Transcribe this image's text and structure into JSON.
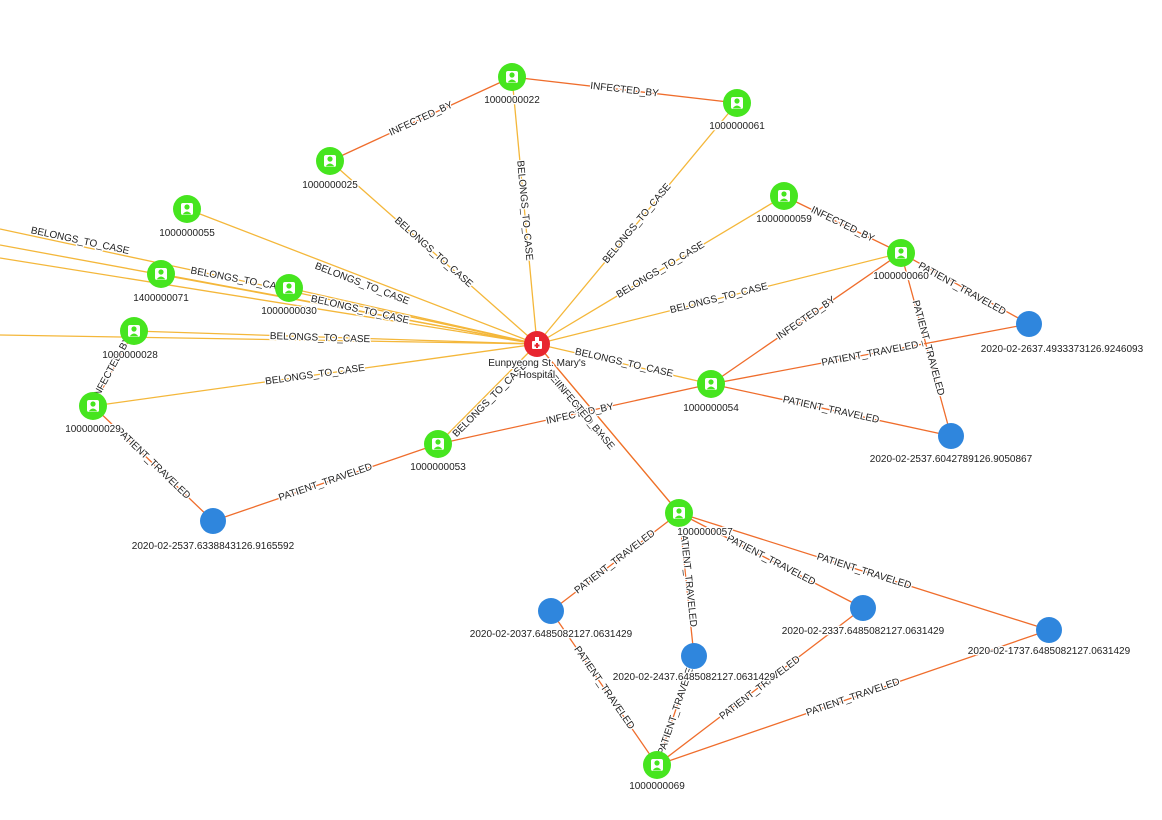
{
  "colors": {
    "patient": "#46e51f",
    "case": "#e8262f",
    "place": "#2f86dd",
    "edge_belongs": "#f4b73a",
    "edge_infected": "#ef6d2c",
    "edge_traveled": "#ef6d2c"
  },
  "graph": {
    "nodes": [
      {
        "id": "p22",
        "type": "patient",
        "label": "1000000022",
        "icon": "person-icon"
      },
      {
        "id": "p61",
        "type": "patient",
        "label": "1000000061",
        "icon": "person-icon"
      },
      {
        "id": "p25",
        "type": "patient",
        "label": "1000000025",
        "icon": "person-icon"
      },
      {
        "id": "p55",
        "type": "patient",
        "label": "1000000055",
        "icon": "person-icon"
      },
      {
        "id": "p71",
        "type": "patient",
        "label": "1400000071",
        "icon": "person-icon"
      },
      {
        "id": "p30",
        "type": "patient",
        "label": "1000000030",
        "icon": "person-icon"
      },
      {
        "id": "p28",
        "type": "patient",
        "label": "1000000028",
        "icon": "person-icon"
      },
      {
        "id": "p29",
        "type": "patient",
        "label": "1000000029",
        "icon": "person-icon"
      },
      {
        "id": "p53",
        "type": "patient",
        "label": "1000000053",
        "icon": "person-icon"
      },
      {
        "id": "p59",
        "type": "patient",
        "label": "1000000059",
        "icon": "person-icon"
      },
      {
        "id": "p60",
        "type": "patient",
        "label": "1000000060",
        "icon": "person-icon"
      },
      {
        "id": "p54",
        "type": "patient",
        "label": "1000000054",
        "icon": "person-icon"
      },
      {
        "id": "p57",
        "type": "patient",
        "label": "1000000057",
        "icon": "person-icon"
      },
      {
        "id": "p69",
        "type": "patient",
        "label": "1000000069",
        "icon": "person-icon"
      },
      {
        "id": "hosp",
        "type": "case",
        "label": [
          "Eunpyeong St. Mary's",
          "Hospital"
        ],
        "icon": "hospital-icon"
      },
      {
        "id": "pl1",
        "type": "place",
        "label": "2020-02-2637.4933373126.9246093"
      },
      {
        "id": "pl2",
        "type": "place",
        "label": "2020-02-2537.6042789126.9050867"
      },
      {
        "id": "pl3",
        "type": "place",
        "label": "2020-02-2537.6338843126.9165592"
      },
      {
        "id": "pl4",
        "type": "place",
        "label": "2020-02-2037.6485082127.0631429"
      },
      {
        "id": "pl5",
        "type": "place",
        "label": "2020-02-2437.6485082127.0631429"
      },
      {
        "id": "pl6",
        "type": "place",
        "label": "2020-02-2337.6485082127.0631429"
      },
      {
        "id": "pl7",
        "type": "place",
        "label": "2020-02-1737.6485082127.0631429"
      }
    ],
    "edges": [
      {
        "from": "p61",
        "to": "p22",
        "type": "infected",
        "label": "INFECTED_BY"
      },
      {
        "from": "p25",
        "to": "p22",
        "type": "infected",
        "label": "INFECTED_BY"
      },
      {
        "from": "p22",
        "to": "hosp",
        "type": "belongs",
        "label": "BELONGS_TO_CASE"
      },
      {
        "from": "p61",
        "to": "hosp",
        "type": "belongs",
        "label": "BELONGS_TO_CASE"
      },
      {
        "from": "p25",
        "to": "hosp",
        "type": "belongs",
        "label": "BELONGS_TO_CASE"
      },
      {
        "from": "p55",
        "to": "hosp",
        "type": "belongs",
        "label": "BELONGS_TO_CASE"
      },
      {
        "from": "p71",
        "to": "hosp",
        "type": "belongs",
        "label": "BELONGS_TO_CASE"
      },
      {
        "from": "p30",
        "to": "hosp",
        "type": "belongs",
        "label": "BELONGS_TO_CASE"
      },
      {
        "from": "p28",
        "to": "hosp",
        "type": "belongs",
        "label": "BELONGS_TO_CASE"
      },
      {
        "from": "p29",
        "to": "hosp",
        "type": "belongs",
        "label": "BELONGS_TO_CASE"
      },
      {
        "from": "p53",
        "to": "hosp",
        "type": "belongs",
        "label": "BELONGS_TO_CASE"
      },
      {
        "from": "p59",
        "to": "hosp",
        "type": "belongs",
        "label": "BELONGS_TO_CASE"
      },
      {
        "from": "p60",
        "to": "hosp",
        "type": "belongs",
        "label": "BELONGS_TO_CASE"
      },
      {
        "from": "p54",
        "to": "hosp",
        "type": "belongs",
        "label": "BELONGS_TO_CASE"
      },
      {
        "from": "p57",
        "to": "hosp",
        "type": "belongs",
        "label": "BELONGS_TO_CASE"
      },
      {
        "from": "ext1",
        "to": "hosp",
        "type": "belongs",
        "label": "BELONGS_TO_CASE"
      },
      {
        "from": "ext2",
        "to": "hosp",
        "type": "belongs",
        "label": ""
      },
      {
        "from": "ext3",
        "to": "hosp",
        "type": "belongs",
        "label": ""
      },
      {
        "from": "ext4",
        "to": "hosp",
        "type": "belongs",
        "label": ""
      },
      {
        "from": "p59",
        "to": "p60",
        "type": "infected",
        "label": "INFECTED_BY"
      },
      {
        "from": "p54",
        "to": "p60",
        "type": "infected",
        "label": "INFECTED_BY"
      },
      {
        "from": "p29",
        "to": "p28",
        "type": "infected",
        "label": "INFECTED_BY"
      },
      {
        "from": "p53",
        "to": "p54",
        "type": "infected",
        "label": "INFECTED_BY"
      },
      {
        "from": "p57",
        "to": "hosp",
        "type": "infected",
        "label": "INFECTED_BY"
      },
      {
        "from": "p60",
        "to": "pl1",
        "type": "traveled",
        "label": "PATIENT_TRAVELED"
      },
      {
        "from": "p60",
        "to": "pl2",
        "type": "traveled",
        "label": "PATIENT_TRAVELED"
      },
      {
        "from": "p54",
        "to": "pl1",
        "type": "traveled",
        "label": "PATIENT_TRAVELED"
      },
      {
        "from": "p54",
        "to": "pl2",
        "type": "traveled",
        "label": "PATIENT_TRAVELED"
      },
      {
        "from": "p29",
        "to": "pl3",
        "type": "traveled",
        "label": "PATIENT_TRAVELED"
      },
      {
        "from": "p53",
        "to": "pl3",
        "type": "traveled",
        "label": "PATIENT_TRAVELED"
      },
      {
        "from": "p57",
        "to": "pl4",
        "type": "traveled",
        "label": "PATIENT_TRAVELED"
      },
      {
        "from": "p57",
        "to": "pl5",
        "type": "traveled",
        "label": "PATIENT_TRAVELED"
      },
      {
        "from": "p57",
        "to": "pl6",
        "type": "traveled",
        "label": "PATIENT_TRAVELED"
      },
      {
        "from": "p57",
        "to": "pl7",
        "type": "traveled",
        "label": "PATIENT_TRAVELED"
      },
      {
        "from": "p69",
        "to": "pl4",
        "type": "traveled",
        "label": "PATIENT_TRAVELED"
      },
      {
        "from": "p69",
        "to": "pl5",
        "type": "traveled",
        "label": "PATIENT_TRAVELED"
      },
      {
        "from": "p69",
        "to": "pl6",
        "type": "traveled",
        "label": "PATIENT_TRAVELED"
      },
      {
        "from": "p69",
        "to": "pl7",
        "type": "traveled",
        "label": "PATIENT_TRAVELED"
      }
    ]
  }
}
